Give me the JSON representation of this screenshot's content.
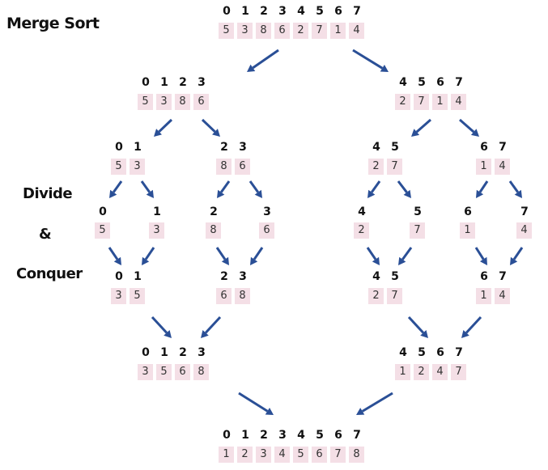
{
  "title": "Merge Sort",
  "side_labels": [
    "Divide",
    "&",
    "Conquer"
  ],
  "arrow_color": "#2a4f96",
  "cell_color": "#f4dfe6",
  "arrays": [
    {
      "indices": [
        "0",
        "1",
        "2",
        "3",
        "4",
        "5",
        "6",
        "7"
      ],
      "values": [
        "5",
        "3",
        "8",
        "6",
        "2",
        "7",
        "1",
        "4"
      ]
    },
    {
      "indices": [
        "0",
        "1",
        "2",
        "3"
      ],
      "values": [
        "5",
        "3",
        "8",
        "6"
      ]
    },
    {
      "indices": [
        "4",
        "5",
        "6",
        "7"
      ],
      "values": [
        "2",
        "7",
        "1",
        "4"
      ]
    },
    {
      "indices": [
        "0",
        "1"
      ],
      "values": [
        "5",
        "3"
      ]
    },
    {
      "indices": [
        "2",
        "3"
      ],
      "values": [
        "8",
        "6"
      ]
    },
    {
      "indices": [
        "4",
        "5"
      ],
      "values": [
        "2",
        "7"
      ]
    },
    {
      "indices": [
        "6",
        "7"
      ],
      "values": [
        "1",
        "4"
      ]
    },
    {
      "indices": [
        "0"
      ],
      "values": [
        "5"
      ]
    },
    {
      "indices": [
        "1"
      ],
      "values": [
        "3"
      ]
    },
    {
      "indices": [
        "2"
      ],
      "values": [
        "8"
      ]
    },
    {
      "indices": [
        "3"
      ],
      "values": [
        "6"
      ]
    },
    {
      "indices": [
        "4"
      ],
      "values": [
        "2"
      ]
    },
    {
      "indices": [
        "5"
      ],
      "values": [
        "7"
      ]
    },
    {
      "indices": [
        "6"
      ],
      "values": [
        "1"
      ]
    },
    {
      "indices": [
        "7"
      ],
      "values": [
        "4"
      ]
    },
    {
      "indices": [
        "0",
        "1"
      ],
      "values": [
        "3",
        "5"
      ]
    },
    {
      "indices": [
        "2",
        "3"
      ],
      "values": [
        "6",
        "8"
      ]
    },
    {
      "indices": [
        "4",
        "5"
      ],
      "values": [
        "2",
        "7"
      ]
    },
    {
      "indices": [
        "6",
        "7"
      ],
      "values": [
        "1",
        "4"
      ]
    },
    {
      "indices": [
        "0",
        "1",
        "2",
        "3"
      ],
      "values": [
        "3",
        "5",
        "6",
        "8"
      ]
    },
    {
      "indices": [
        "4",
        "5",
        "6",
        "7"
      ],
      "values": [
        "1",
        "2",
        "4",
        "7"
      ]
    },
    {
      "indices": [
        "0",
        "1",
        "2",
        "3",
        "4",
        "5",
        "6",
        "7"
      ],
      "values": [
        "1",
        "2",
        "3",
        "4",
        "5",
        "6",
        "7",
        "8"
      ]
    }
  ]
}
